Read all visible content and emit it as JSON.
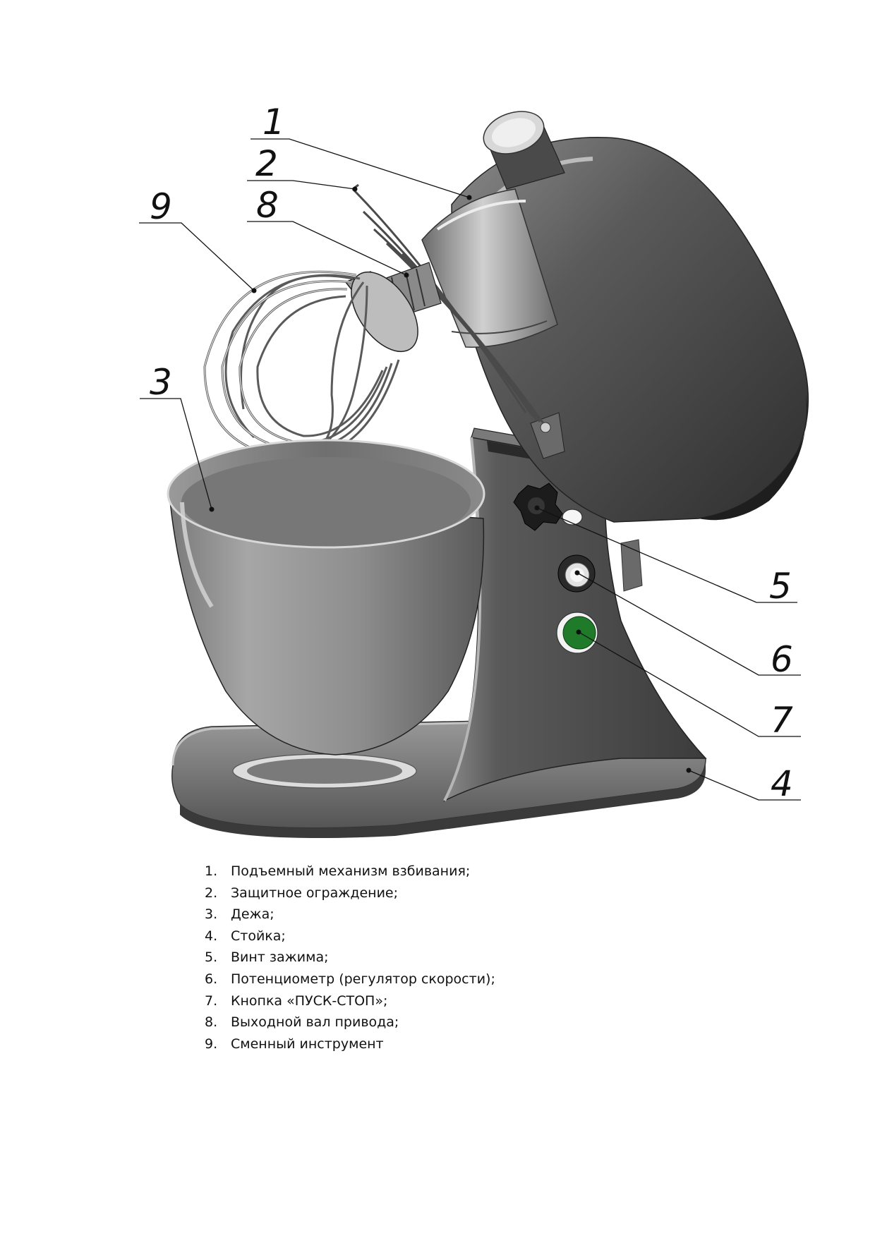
{
  "callouts": [
    "1",
    "2",
    "3",
    "4",
    "5",
    "6",
    "7",
    "8",
    "9"
  ],
  "legend": [
    {
      "num": "1.",
      "text": "Подъемный механизм взбивания;"
    },
    {
      "num": "2.",
      "text": "Защитное ограждение;"
    },
    {
      "num": "3.",
      "text": "Дежа;"
    },
    {
      "num": "4.",
      "text": "Стойка;"
    },
    {
      "num": "5.",
      "text": "Винт зажима;"
    },
    {
      "num": "6.",
      "text": "Потенциометр (регулятор скорости);"
    },
    {
      "num": "7.",
      "text": "Кнопка «ПУСК-СТОП»;"
    },
    {
      "num": "8.",
      "text": "Выходной вал привода;"
    },
    {
      "num": "9.",
      "text": "Сменный инструмент"
    }
  ],
  "colors": {
    "start_button": "#1f7a2a",
    "body": "#5e5e5e",
    "bowl": "#8c8c8c"
  }
}
